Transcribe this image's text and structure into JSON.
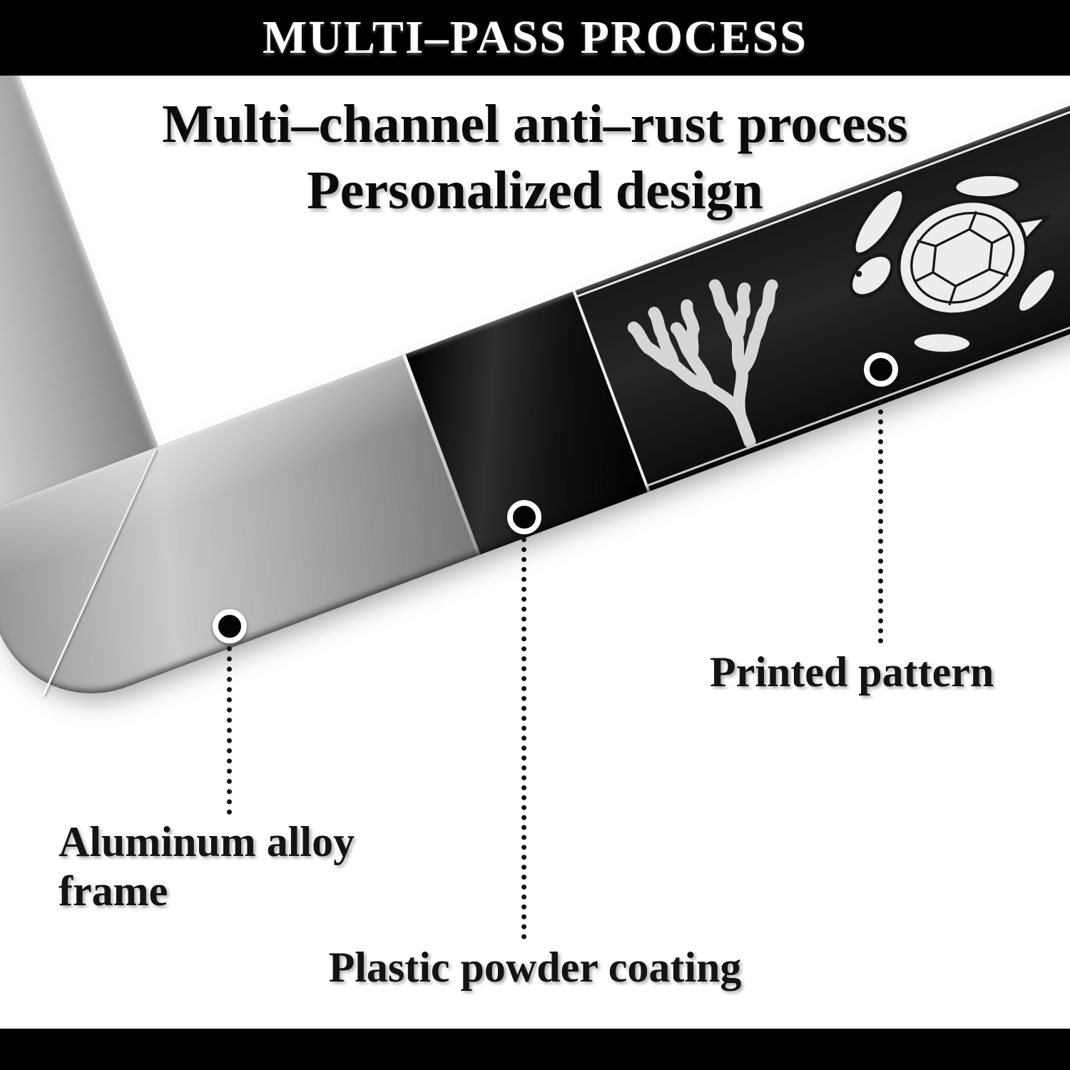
{
  "header": {
    "title": "MULTI–PASS PROCESS"
  },
  "headline": {
    "line1": "Multi–channel anti–rust process",
    "line2": "Personalized design"
  },
  "callouts": {
    "aluminum": {
      "label": "Aluminum alloy frame"
    },
    "coating": {
      "label": "Plastic powder coating"
    },
    "pattern": {
      "label": "Printed pattern"
    }
  },
  "frame": {
    "sections": [
      "aluminum alloy",
      "plastic powder coating",
      "printed pattern"
    ],
    "pattern_icons": [
      "coral-icon",
      "sea-turtle-icon"
    ]
  },
  "colors": {
    "bar_black": "#000000",
    "background_white": "#ffffff",
    "aluminum_gray": "#b5b5b5",
    "coating_black": "#141414",
    "pattern_light": "#ededed",
    "text_black": "#141414"
  }
}
